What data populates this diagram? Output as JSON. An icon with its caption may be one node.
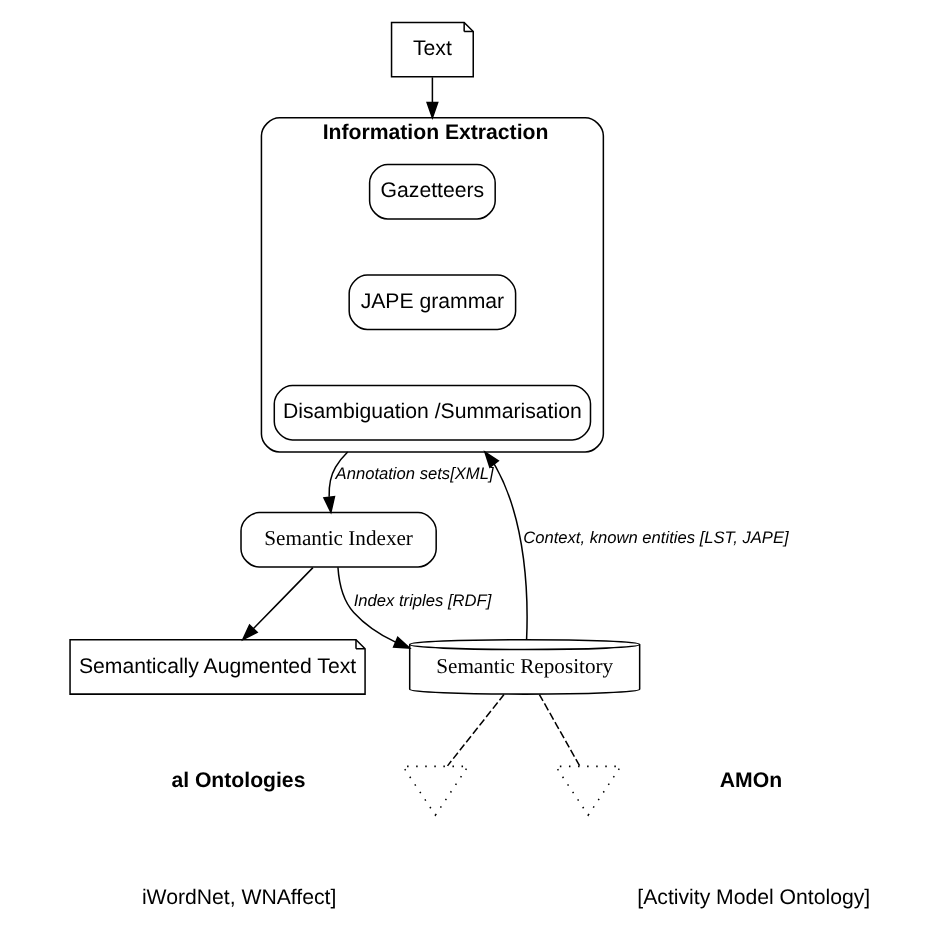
{
  "diagram": {
    "nodes": [
      {
        "text": [
          "Text"
        ]
      },
      {
        "text": [
          "Semantically Augmented Text"
        ]
      },
      {
        "text": [
          "Information Extraction"
        ]
      },
      {
        "text": [
          "Gazetteers"
        ],
        "in": 2
      },
      {
        "text": [
          "JAPE grammar"
        ],
        "in": 2
      },
      {
        "text": [
          "Disambiguation /Summarisation"
        ],
        "in": 2
      },
      {
        "text": [
          "Semantic Indexer"
        ]
      },
      {
        "text": [
          "Semantic Repository"
        ]
      },
      {
        "text": [],
        "shape": "tree"
      },
      {
        "text": [],
        "shape": "tree"
      }
    ],
    "edges": [
      {
        "from": 0,
        "to": 2,
        "arrow": "to"
      },
      {
        "from": 6,
        "to": 1,
        "arrow": "to"
      },
      {
        "from": 2,
        "to": 6,
        "arrow": "to",
        "label": "Annotation sets[XML]"
      },
      {
        "from": 7,
        "to": 2,
        "arrow": "to",
        "label": "Context, known entities [LST, JAPE]"
      },
      {
        "from": 6,
        "to": 7,
        "arrow": "to",
        "label": "Index triples [RDF]"
      },
      {
        "from": 7,
        "to": 8,
        "arrow": "none",
        "style": "dashed"
      },
      {
        "from": 7,
        "to": 9,
        "arrow": "none",
        "style": "dashed"
      }
    ],
    "labels": [
      "al Ontologies",
      "iWordNet, WNAffect]",
      "AMOn",
      "[Activity Model Ontology]"
    ]
  }
}
